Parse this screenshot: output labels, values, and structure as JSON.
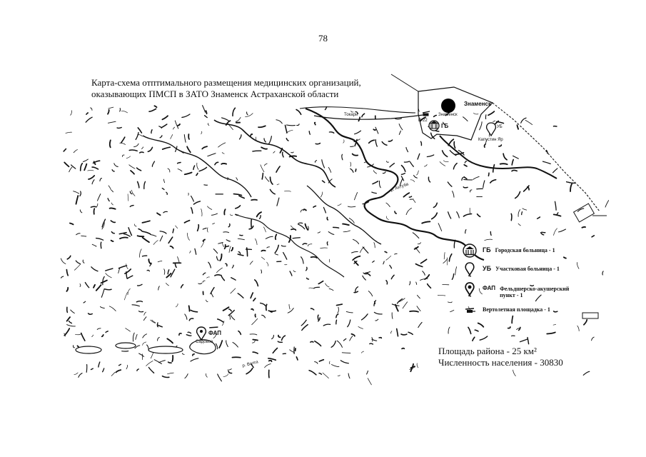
{
  "page": {
    "number": "78"
  },
  "title": {
    "line1": "Карта-схема отптимального размещения медицинских организаций,",
    "line2": "оказывающих ПМСП в ЗАТО Знаменск Астраханской области"
  },
  "map_labels": {
    "znamensk_north": "Знаменск",
    "znamensk_city": "Знаменск",
    "gb": "ГБ",
    "ub": "УБ",
    "kapustin_yar": "Капустин Яр",
    "toksi": "Токари",
    "akhtuba": "р. Ахтуба",
    "volga": "р. Волга",
    "fap": "ФАП",
    "sadovoe": "Садовое",
    "road_sign": "Р-22"
  },
  "legend": {
    "gb": {
      "code": "ГБ",
      "text": "Городская больница - 1",
      "icon": "building-columns-icon"
    },
    "ub": {
      "code": "УБ",
      "text": "Участковая больница - 1",
      "icon": "map-pin-icon"
    },
    "fap": {
      "code": "ФАП",
      "text_line1": "Фельдшерско-акушерский",
      "text_line2": "пункт - 1",
      "icon": "map-pin-filled-icon"
    },
    "heli": {
      "text": "Вертолетная площадка - 1",
      "icon": "helicopter-icon"
    }
  },
  "stats": {
    "area": "Площадь района - 25 км²",
    "population": "Численность населения - 30830"
  }
}
